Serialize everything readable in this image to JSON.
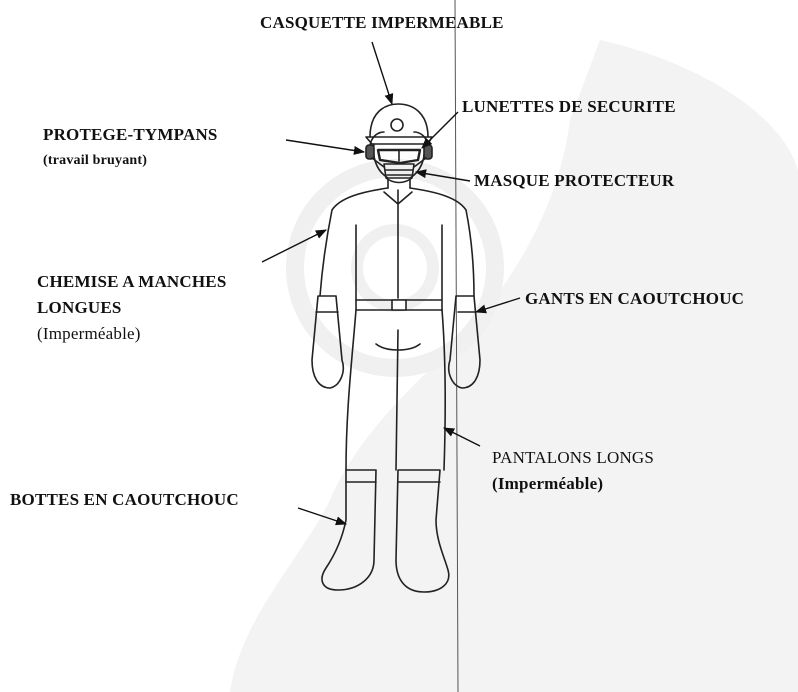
{
  "labels": {
    "cap": "CASQUETTE IMPERMEABLE",
    "goggles": "LUNETTES DE SECURITE",
    "ear_protectors": "PROTEGE-TYMPANS",
    "ear_protectors_note": "(travail bruyant)",
    "mask": "MASQUE PROTECTEUR",
    "shirt_line1": "CHEMISE A MANCHES",
    "shirt_line2": "LONGUES",
    "shirt_note": "(Imperméable)",
    "gloves": "GANTS EN CAOUTCHOUC",
    "trousers": "PANTALONS LONGS",
    "trousers_note": "(Imperméable)",
    "boots": "BOTTES EN CAOUTCHOUC"
  }
}
